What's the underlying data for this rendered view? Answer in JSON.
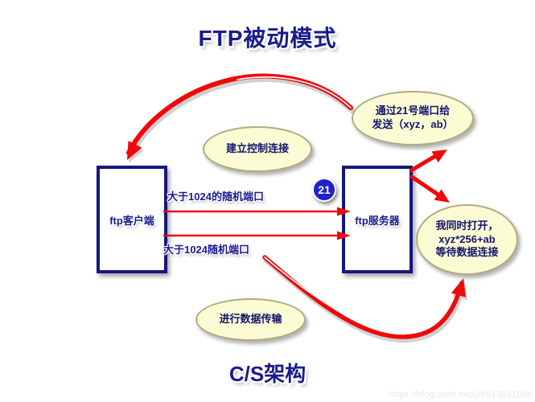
{
  "title": "FTP被动模式",
  "nodes": {
    "client": {
      "label": "ftp客户端"
    },
    "server": {
      "label": "ftp服务器"
    }
  },
  "bubbles": {
    "control": {
      "text": "建立控制连接"
    },
    "port21": {
      "text": "通过21号端口给\n发送（xyz，ab）"
    },
    "open_wait": {
      "text": "我同时打开，\nxyz*256+ab\n等待数据连接"
    },
    "data_transfer": {
      "text": "进行数据传输"
    }
  },
  "labels": {
    "port_badge": "21",
    "random_port_upper": {
      "prefix": "大于",
      "port": "1024",
      "suffix": "的随机端口"
    },
    "random_port_lower": {
      "prefix": "大于",
      "port": "1024",
      "suffix": "随机端口"
    }
  },
  "footer": {
    "title": "C/S架构",
    "watermark": "https://blog.csdn.net/jxb513651608"
  },
  "colors": {
    "navy": "#1b1b8c",
    "arrow_red": "#ee0a0a",
    "bubble_fill": "#fcfcd4",
    "bubble_border": "#b2aa82",
    "badge_blue": "#2121cc",
    "rect_border": "#16167e"
  }
}
